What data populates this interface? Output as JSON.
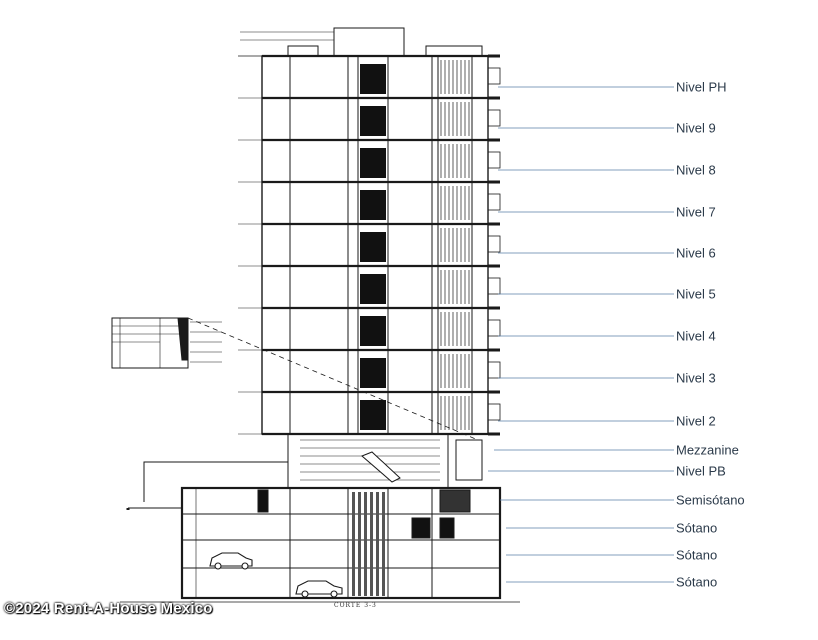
{
  "levels": [
    {
      "label": "Nivel PH"
    },
    {
      "label": "Nivel 9"
    },
    {
      "label": "Nivel 8"
    },
    {
      "label": "Nivel 7"
    },
    {
      "label": "Nivel 6"
    },
    {
      "label": "Nivel 5"
    },
    {
      "label": "Nivel 4"
    },
    {
      "label": "Nivel 3"
    },
    {
      "label": "Nivel 2"
    },
    {
      "label": "Mezzanine"
    },
    {
      "label": "Nivel PB"
    },
    {
      "label": "Semisótano"
    },
    {
      "label": "Sótano"
    },
    {
      "label": "Sótano"
    },
    {
      "label": "Sótano"
    }
  ],
  "drawing_caption": "CORTE 3-3",
  "watermark": "©2024 Rent-A-House Mexico",
  "colors": {
    "line": "#1a1a1a",
    "leader": "#5a7fa8",
    "label": "#2b3a4a",
    "core": "#111111"
  }
}
